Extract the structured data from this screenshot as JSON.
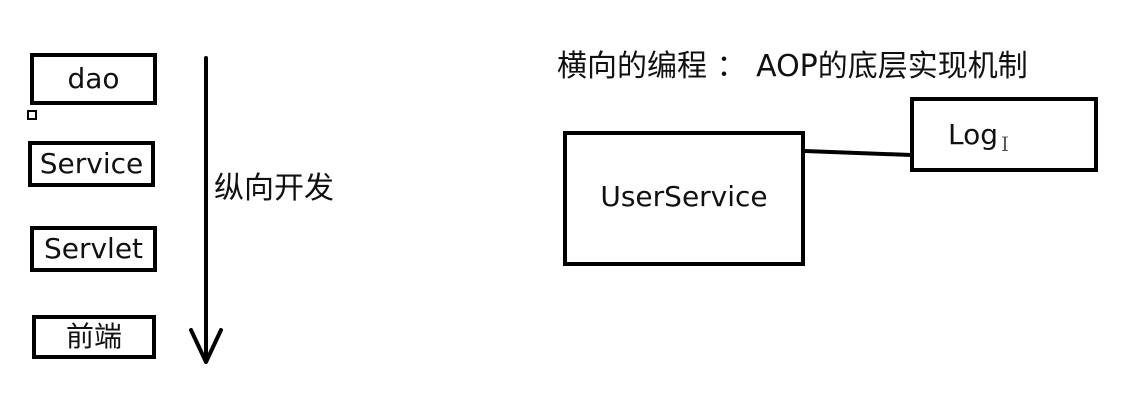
{
  "vertical": {
    "layers": [
      "dao",
      "Service",
      "Servlet",
      "前端"
    ],
    "label": "纵向开发"
  },
  "horizontal": {
    "title": "横向的编程 ： AOP的底层实现机制",
    "target_box": "UserService",
    "aspect_box": "Log"
  }
}
